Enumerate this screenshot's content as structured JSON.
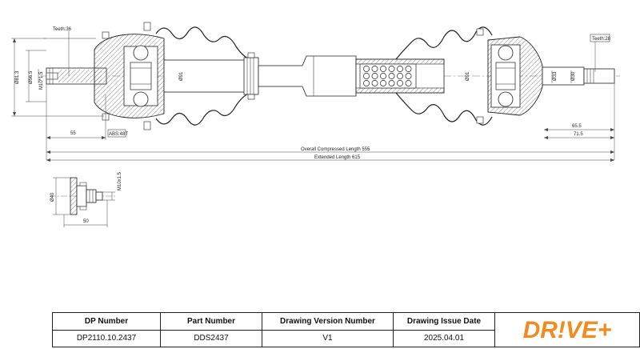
{
  "dimensions": {
    "teeth_left": "Teeth:36",
    "teeth_right": "Teeth:28",
    "dia_81": "Ø81.3",
    "dia_56": "Ø56.5",
    "thread_left": "M10*1.5",
    "dia_91_left": "Ø91",
    "dia_91_right": "Ø91",
    "dia_33": "Ø33",
    "dia_30": "Ø30",
    "len_55": "55",
    "abs": "ABS:48T",
    "len_65": "65.5",
    "len_71": "71.5",
    "overall_compressed": "Overall Compressed Length 555",
    "extended": "Extended Length 615",
    "bolt_dia": "Ø40",
    "bolt_thread": "M10x1.5",
    "bolt_len": "50"
  },
  "title_block": {
    "headers": [
      "DP Number",
      "Part Number",
      "Drawing Version Number",
      "Drawing Issue Date"
    ],
    "values": [
      "DP2110.10.2437",
      "DDS2437",
      "V1",
      "2025.04.01"
    ]
  },
  "logo": {
    "text": "DR!VE+",
    "color": "#f28a1e"
  }
}
